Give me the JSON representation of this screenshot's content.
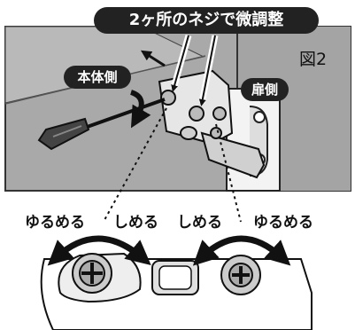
{
  "title": "2ヶ所のネジで微調整",
  "figure_label": "図2",
  "labels": {
    "body_side": "本体側",
    "door_side": "扉側",
    "left_loosen": "ゆるめる",
    "left_tighten": "しめる",
    "right_tighten": "しめる",
    "right_loosen": "ゆるめる"
  },
  "colors": {
    "panel_gray": "#a9a9a9",
    "pill_black": "#222222",
    "line": "#111111"
  },
  "icons": [
    "screwdriver-icon",
    "hinge-icon",
    "rotate-arrow-icon",
    "screw-head-icon"
  ]
}
